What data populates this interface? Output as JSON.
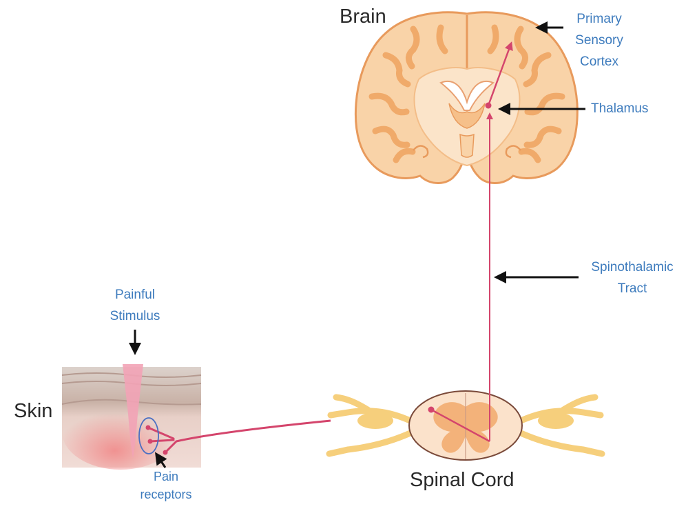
{
  "labels": {
    "brain": "Brain",
    "primary_sensory_cortex": [
      "Primary",
      "Sensory",
      "Cortex"
    ],
    "thalamus": "Thalamus",
    "spinothalamic_tract": [
      "Spinothalamic",
      "Tract"
    ],
    "painful_stimulus": [
      "Painful",
      "Stimulus"
    ],
    "skin": "Skin",
    "pain_receptors": [
      "Pain",
      "receptors"
    ],
    "spinal_cord": "Spinal Cord"
  },
  "colors": {
    "label_blue": "#3d7bbd",
    "label_black": "#2a2a2a",
    "pathway": "#d4456c",
    "brain_fill": "#f9d3a8",
    "brain_dark": "#f0aa6a",
    "nerve": "#f6cf7c",
    "cord_fill": "#fbe2cb",
    "cord_gray": "#f3b27a"
  }
}
